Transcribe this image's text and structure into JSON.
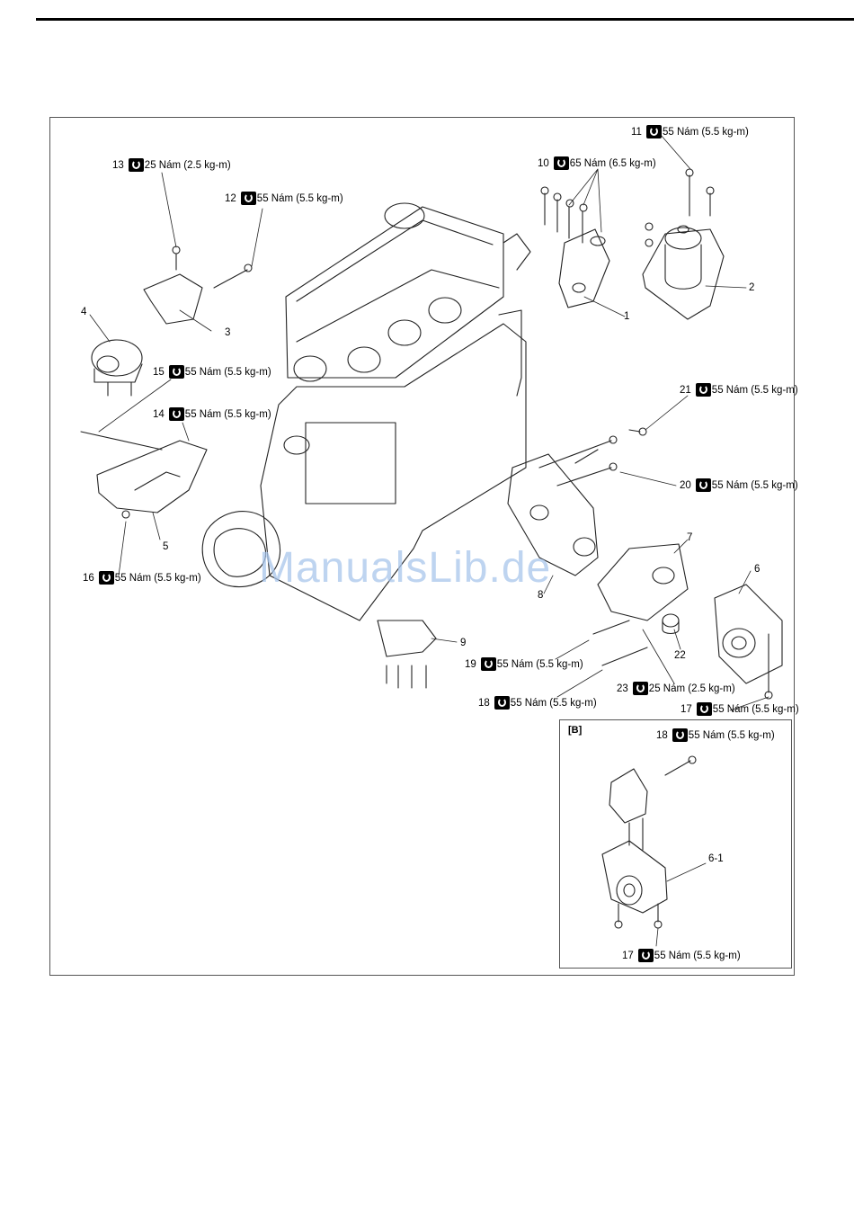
{
  "watermark": "ManualsLib.de",
  "inset_label": "[B]",
  "callouts": {
    "c13": {
      "num": "13",
      "torque": "25 Nám (2.5 kg-m)"
    },
    "c12": {
      "num": "12",
      "torque": "55 Nám (5.5 kg-m)"
    },
    "c11": {
      "num": "11",
      "torque": "55 Nám (5.5 kg-m)"
    },
    "c10": {
      "num": "10",
      "torque": "65 Nám (6.5 kg-m)"
    },
    "c15": {
      "num": "15",
      "torque": "55 Nám (5.5 kg-m)"
    },
    "c14": {
      "num": "14",
      "torque": "55 Nám (5.5 kg-m)"
    },
    "c21": {
      "num": "21",
      "torque": "55 Nám (5.5 kg-m)"
    },
    "c20": {
      "num": "20",
      "torque": "55 Nám (5.5 kg-m)"
    },
    "c16": {
      "num": "16",
      "torque": "55 Nám (5.5 kg-m)"
    },
    "c19": {
      "num": "19",
      "torque": "55 Nám (5.5 kg-m)"
    },
    "c18": {
      "num": "18",
      "torque": "55 Nám (5.5 kg-m)"
    },
    "c23": {
      "num": "23",
      "torque": "25 Nám (2.5 kg-m)"
    },
    "c17": {
      "num": "17",
      "torque": "55 Nám (5.5 kg-m)"
    },
    "c18b": {
      "num": "18",
      "torque": "55 Nám (5.5 kg-m)"
    },
    "c17b": {
      "num": "17",
      "torque": "55 Nám (5.5 kg-m)"
    }
  },
  "parts": {
    "p1": "1",
    "p2": "2",
    "p3": "3",
    "p4": "4",
    "p5": "5",
    "p6": "6",
    "p7": "7",
    "p8": "8",
    "p9": "9",
    "p22": "22",
    "p6_1": "6-1"
  }
}
